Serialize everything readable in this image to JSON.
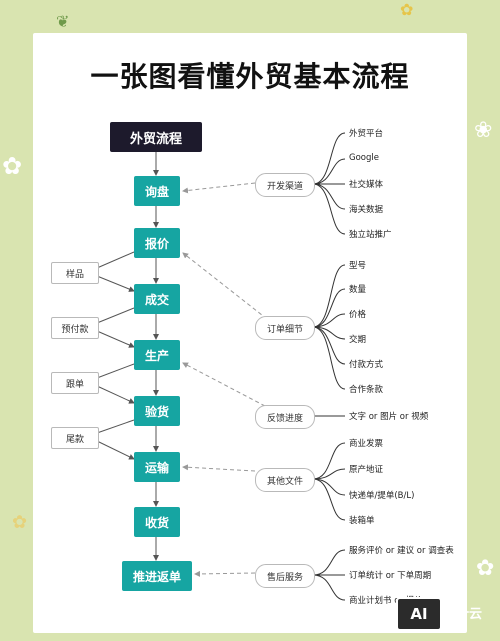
{
  "title": "一张图看懂外贸基本流程",
  "start_node": "外贸流程",
  "steps": [
    "询盘",
    "报价",
    "成交",
    "生产",
    "验货",
    "运输",
    "收货",
    "推进返单"
  ],
  "side_notes": [
    "样品",
    "预付款",
    "跟单",
    "尾款"
  ],
  "categories": [
    {
      "label": "开发渠道",
      "items": [
        "外贸平台",
        "Google",
        "社交媒体",
        "海关数据",
        "独立站推广"
      ]
    },
    {
      "label": "订单细节",
      "items": [
        "型号",
        "数量",
        "价格",
        "交期",
        "付款方式",
        "合作条款"
      ]
    },
    {
      "label": "反馈进度",
      "items": [
        "文字 or 图片 or 视频"
      ]
    },
    {
      "label": "其他文件",
      "items": [
        "商业发票",
        "原产地证",
        "快递单/提单(B/L)",
        "装箱单"
      ]
    },
    {
      "label": "售后服务",
      "items": [
        "服务评价 or 建议 or 调查表",
        "订单统计 or 下单周期",
        "商业计划书 or 报价"
      ]
    }
  ],
  "watermark": {
    "badge": "AI",
    "name": "树叶云"
  },
  "colors": {
    "background": "#d9e4b0",
    "step": "#16a5a2",
    "start": "#1d1a2c"
  }
}
